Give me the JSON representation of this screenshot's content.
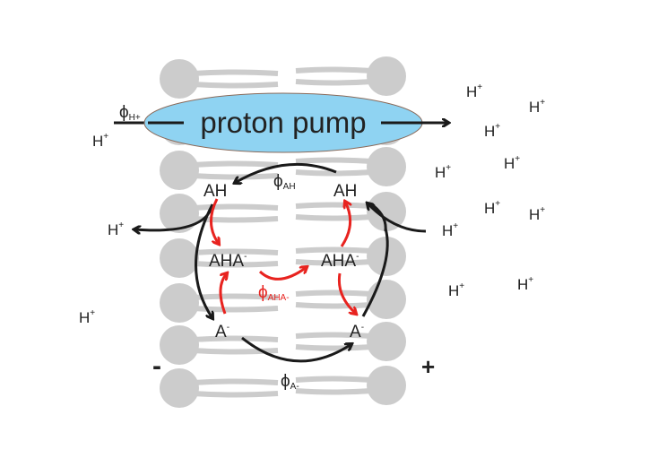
{
  "pump": {
    "label": "proton pump",
    "fill": "#8fd3f2"
  },
  "fluxes": {
    "h_plus": {
      "phi": "ϕ",
      "sub": "H+"
    },
    "ah": {
      "phi": "ϕ",
      "sub": "AH"
    },
    "aha": {
      "phi": "ϕ",
      "sub": "AHA-"
    },
    "a_minus": {
      "phi": "ϕ",
      "sub": "A-"
    }
  },
  "species": {
    "ah_left": "AH",
    "ah_right": "AH",
    "aha_left": {
      "base": "AHA",
      "sup": "-"
    },
    "aha_right": {
      "base": "AHA",
      "sup": "-"
    },
    "a_left": {
      "base": "A",
      "sup": "-"
    },
    "a_right": {
      "base": "A",
      "sup": "-"
    }
  },
  "charges": {
    "left": "-",
    "right": "+"
  },
  "protons": [
    {
      "base": "H",
      "sup": "+"
    },
    {
      "base": "H",
      "sup": "+"
    },
    {
      "base": "H",
      "sup": "+"
    },
    {
      "base": "H",
      "sup": "+"
    },
    {
      "base": "H",
      "sup": "+"
    },
    {
      "base": "H",
      "sup": "+"
    },
    {
      "base": "H",
      "sup": "+"
    },
    {
      "base": "H",
      "sup": "+"
    },
    {
      "base": "H",
      "sup": "+"
    },
    {
      "base": "H",
      "sup": "+"
    },
    {
      "base": "H",
      "sup": "+"
    },
    {
      "base": "H",
      "sup": "+"
    },
    {
      "base": "H",
      "sup": "+"
    }
  ],
  "colors": {
    "membrane": "#cccccc",
    "arrow_black": "#1a1a1a",
    "arrow_red": "#e8231f"
  }
}
